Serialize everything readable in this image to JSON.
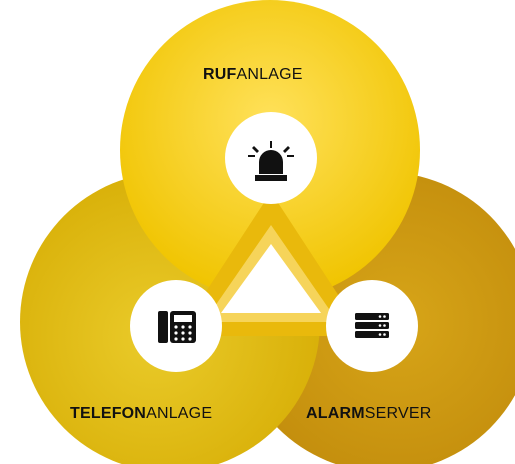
{
  "circles": [
    {
      "id": "ruf",
      "title_bold": "RUF",
      "title_rest": "ANLAGE",
      "icon": "alarm-beacon-icon",
      "color": "#F2C400"
    },
    {
      "id": "telefon",
      "title_bold": "TELEFON",
      "title_rest": "ANLAGE",
      "icon": "desk-phone-icon",
      "color": "#E2B700"
    },
    {
      "id": "alarm",
      "title_bold": "ALARM",
      "title_rest": "SERVER",
      "icon": "server-rack-icon",
      "color": "#CC9510"
    }
  ],
  "colors": {
    "triangle": "#F0C52A",
    "icon_bg": "#FFFFFF",
    "icon_fg": "#111111"
  }
}
